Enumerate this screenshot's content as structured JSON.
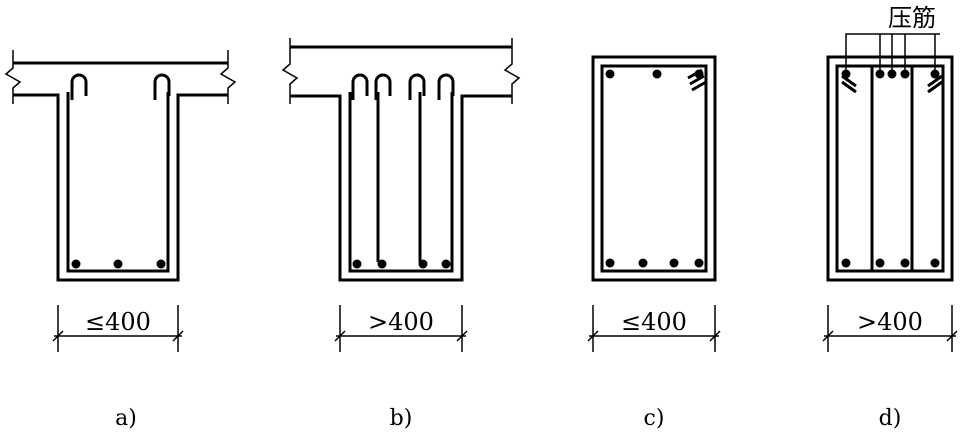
{
  "panels": [
    {
      "id": "a",
      "caption": "a)",
      "dimension": "≤400"
    },
    {
      "id": "b",
      "caption": "b)",
      "dimension": ">400"
    },
    {
      "id": "c",
      "caption": "c)",
      "dimension": "≤400"
    },
    {
      "id": "d",
      "caption": "d)",
      "dimension": ">400"
    }
  ],
  "annotations": {
    "compression_rebar": "压筋"
  }
}
